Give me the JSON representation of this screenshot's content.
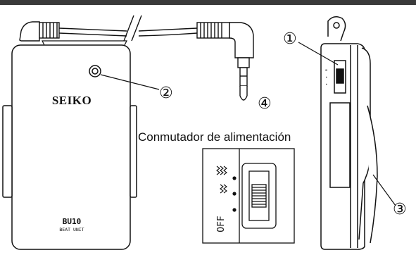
{
  "device": {
    "brand": "SEIKO",
    "model": "BU10",
    "model_subtitle": "BEAT UNIT"
  },
  "callouts": [
    "①",
    "②",
    "③",
    "④"
  ],
  "switch_detail": {
    "caption": "Conmutador de alimentación",
    "off_label": "OFF"
  }
}
